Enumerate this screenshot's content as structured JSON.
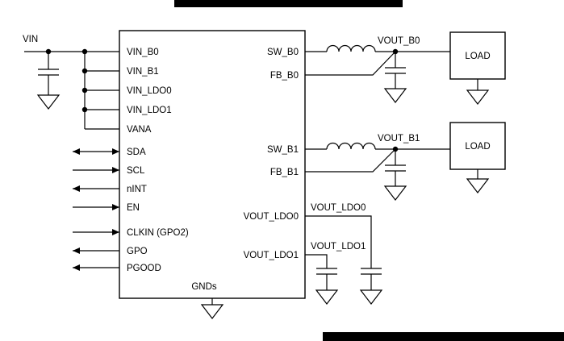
{
  "colors": {
    "line": "#000000",
    "background": "#ffffff",
    "rule_bar": "#000000"
  },
  "schematic": {
    "input_net": "VIN",
    "ic": {
      "left_pins": [
        "VIN_B0",
        "VIN_B1",
        "VIN_LDO0",
        "VIN_LDO1",
        "VANA",
        "SDA",
        "SCL",
        "nINT",
        "EN",
        "CLKIN (GPO2)",
        "GPO",
        "PGOOD"
      ],
      "right_pins": [
        "SW_B0",
        "FB_B0",
        "SW_B1",
        "FB_B1",
        "VOUT_LDO0",
        "VOUT_LDO1"
      ],
      "bottom_pin": "GNDs"
    },
    "output_nets": {
      "buck0": "VOUT_B0",
      "buck1": "VOUT_B1",
      "ldo0": "VOUT_LDO0",
      "ldo1": "VOUT_LDO1"
    },
    "loads": {
      "buck0": "LOAD",
      "buck1": "LOAD"
    }
  }
}
